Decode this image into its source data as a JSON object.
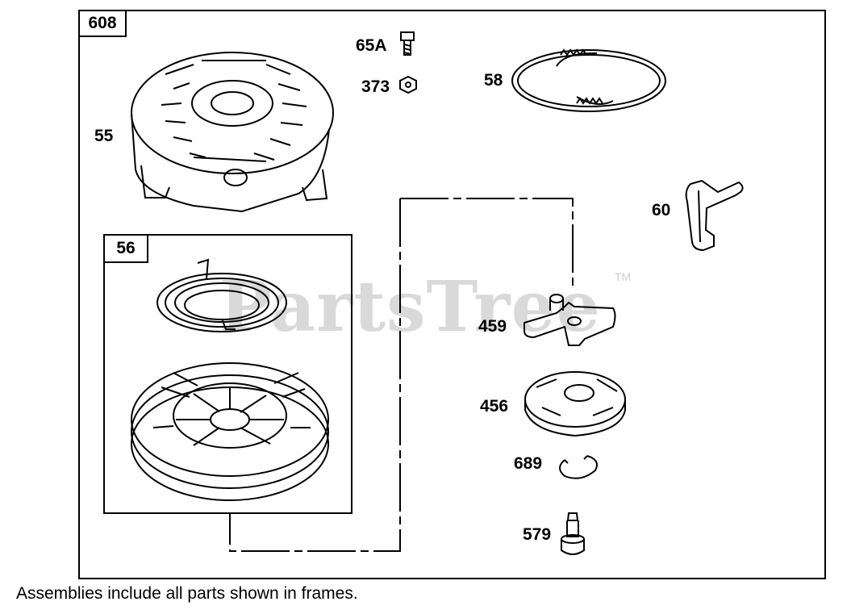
{
  "assembly_numbers": {
    "main": "608",
    "sub": "56"
  },
  "part_labels": {
    "p55": "55",
    "p65a": "65A",
    "p373": "373",
    "p58": "58",
    "p60": "60",
    "p459": "459",
    "p456": "456",
    "p689": "689",
    "p579": "579"
  },
  "watermark": {
    "text": "PartsTree",
    "mark": "TM"
  },
  "footer_note": "Assemblies include all parts shown in frames."
}
